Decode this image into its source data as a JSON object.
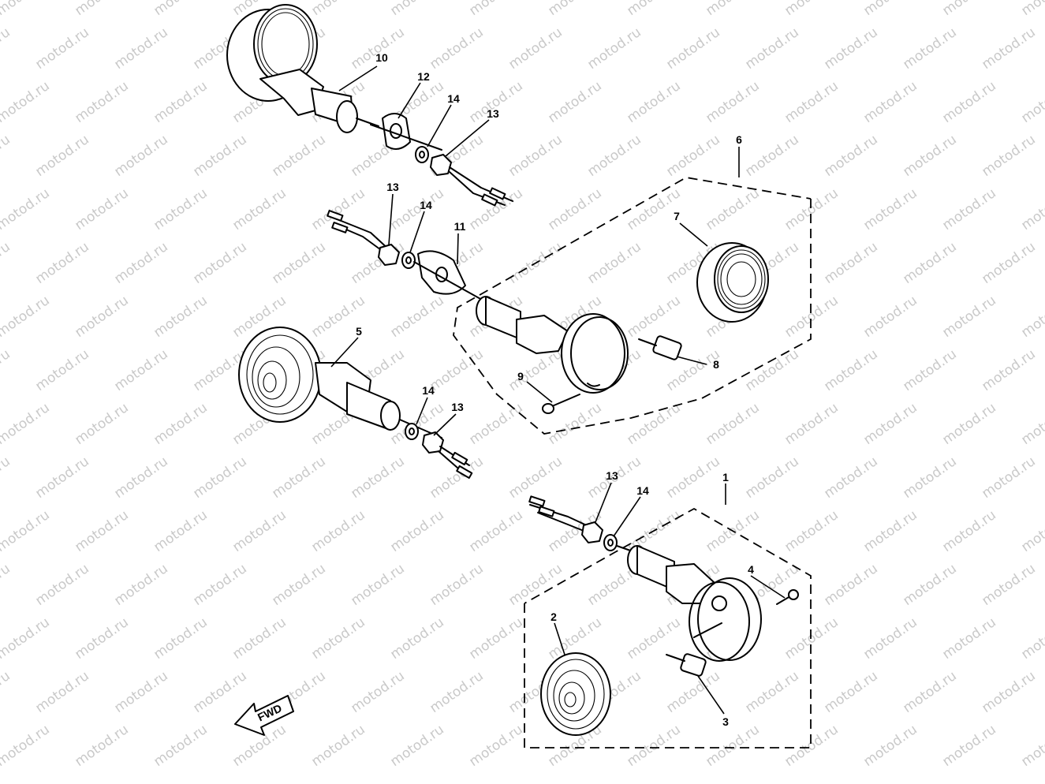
{
  "diagram": {
    "watermark": "motod.ru",
    "fwd_label": "FWD",
    "callouts": {
      "c1": "1",
      "c2": "2",
      "c3": "3",
      "c4": "4",
      "c5": "5",
      "c6": "6",
      "c7": "7",
      "c8": "8",
      "c9": "9",
      "c10": "10",
      "c11": "11",
      "c12": "12",
      "c13a": "13",
      "c13b": "13",
      "c13c": "13",
      "c13d": "13",
      "c14a": "14",
      "c14b": "14",
      "c14c": "14",
      "c14d": "14"
    }
  }
}
